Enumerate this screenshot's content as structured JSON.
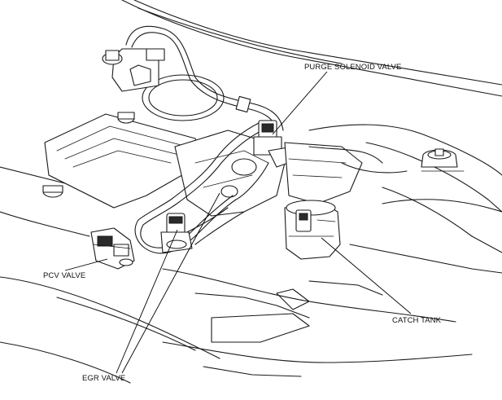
{
  "labels": {
    "purge_solenoid_valve": "PURGE SOLENOID VALVE",
    "pcv_valve": "PCV VALVE",
    "catch_tank": "CATCH TANK",
    "egr_valve": "EGR VALVE"
  },
  "colors": {
    "line": "#1a1a1a",
    "background": "#ffffff"
  }
}
